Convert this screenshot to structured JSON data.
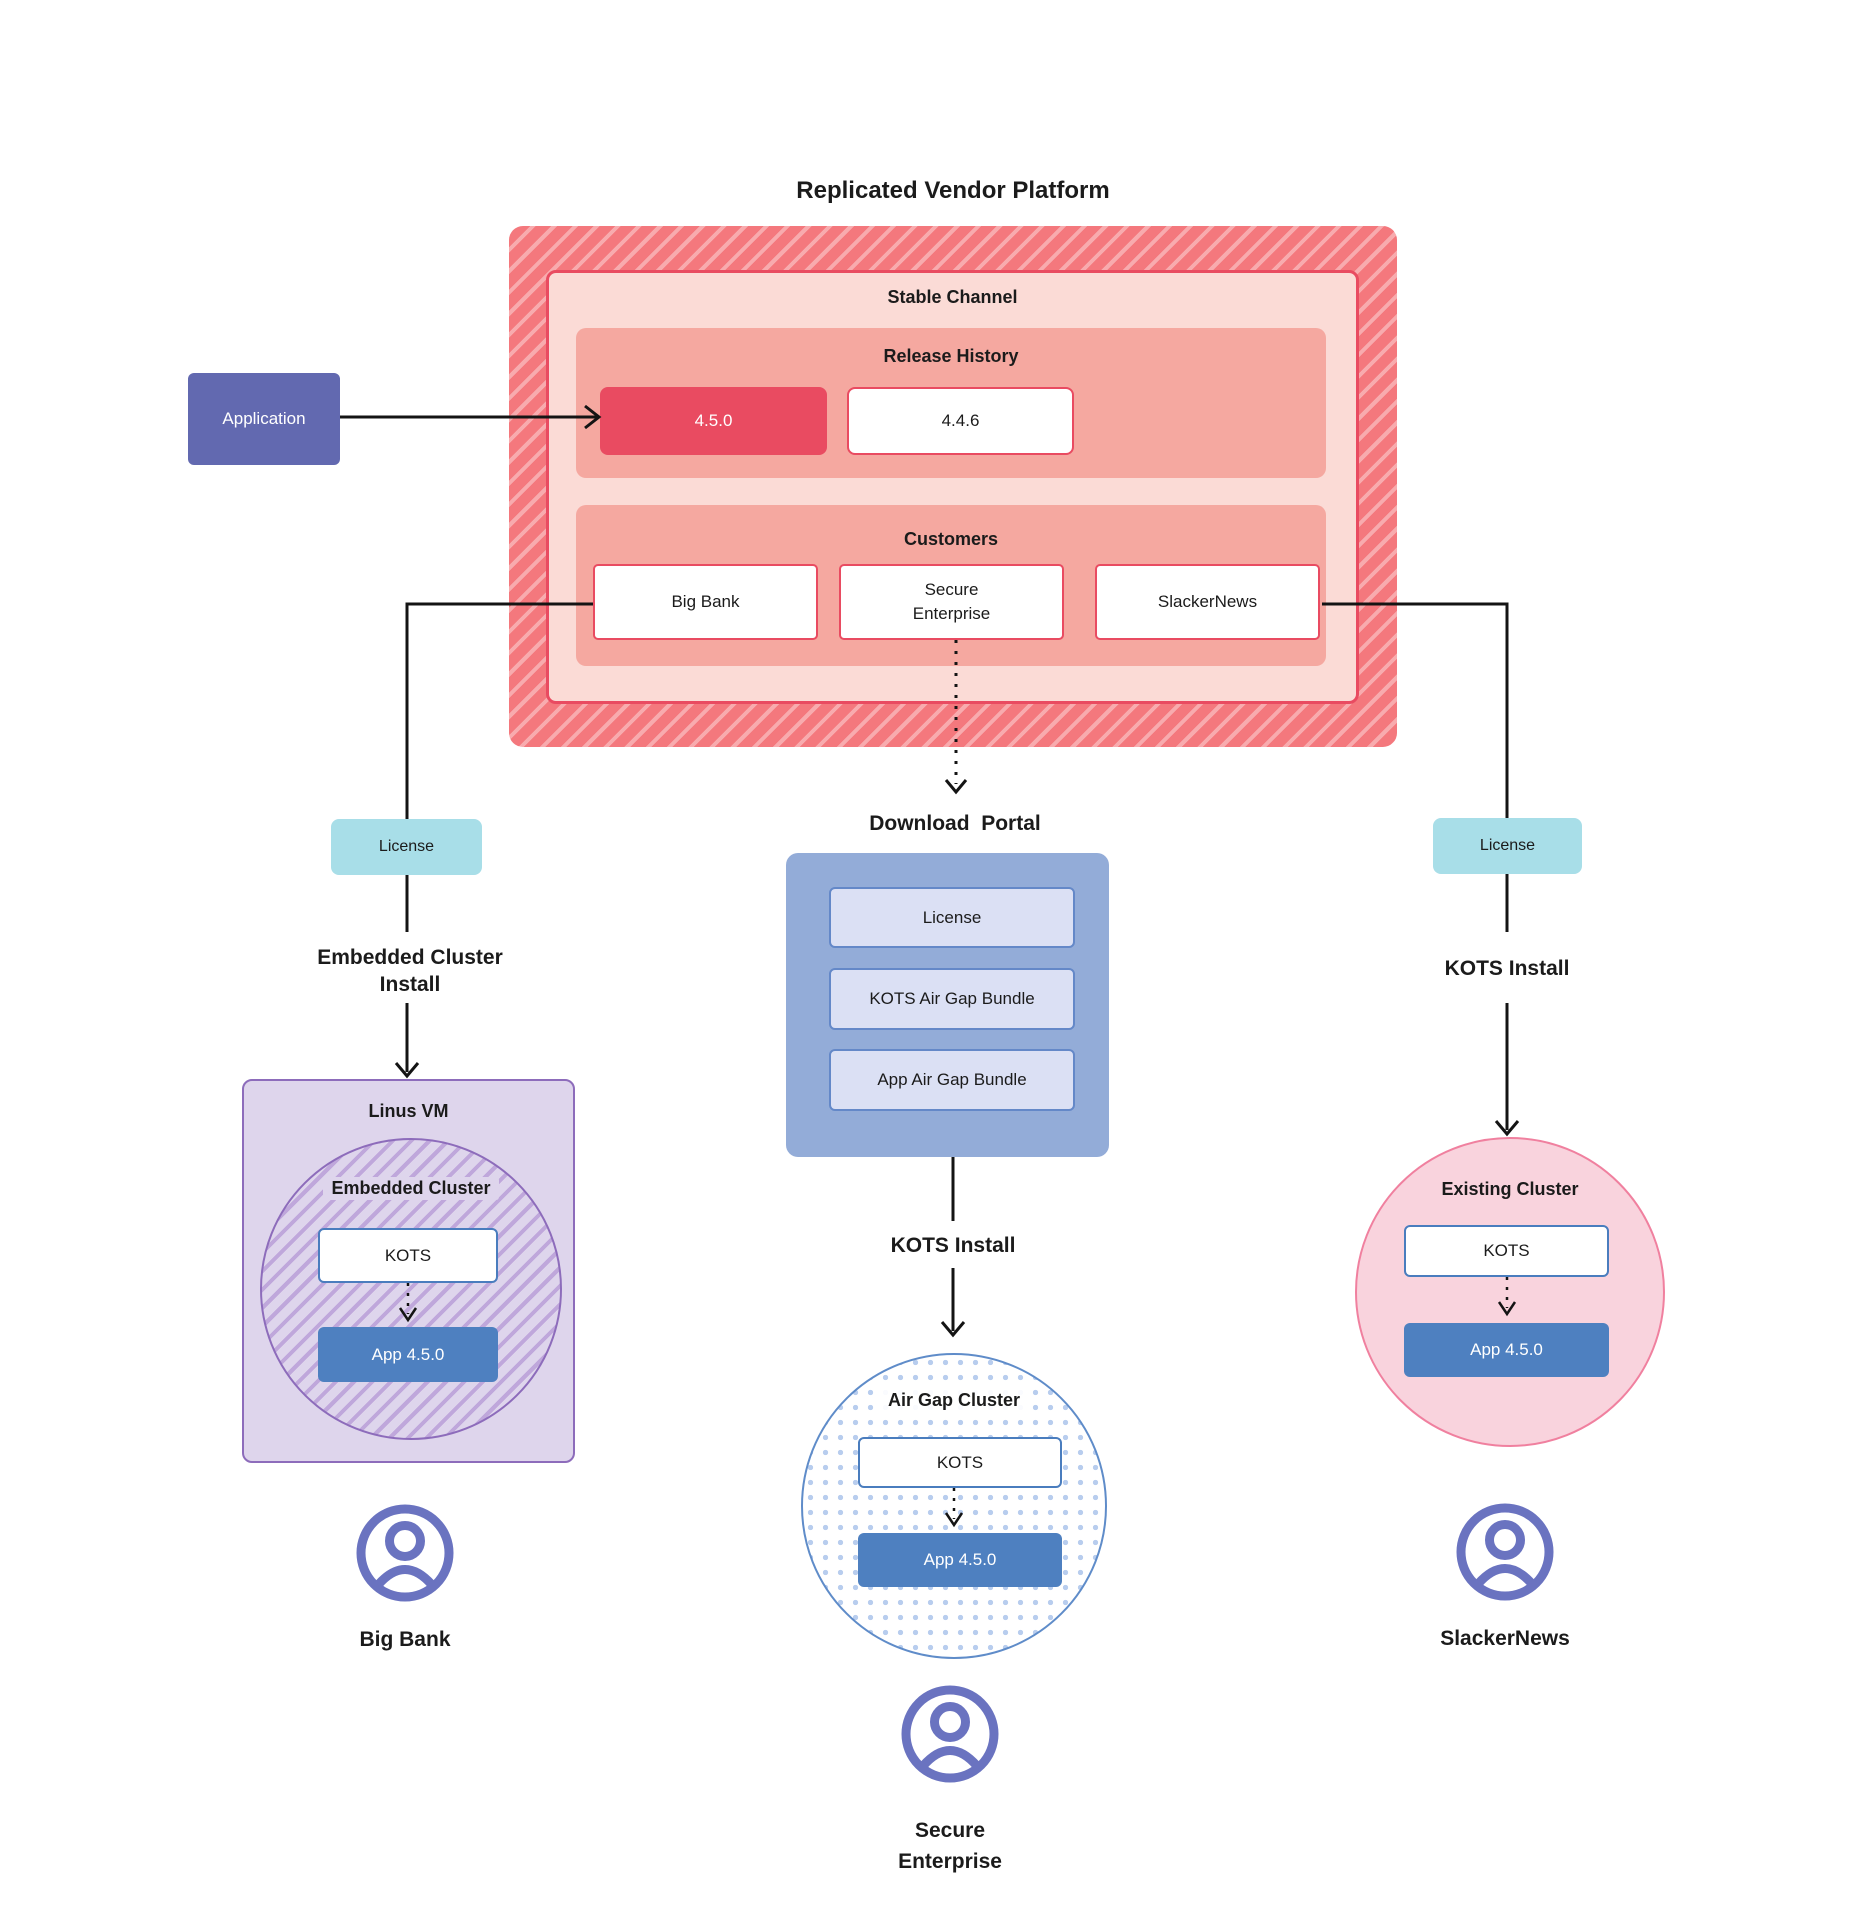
{
  "title": "Replicated Vendor Platform",
  "application": "Application",
  "platform": {
    "stable_channel": "Stable Channel",
    "release_history": "Release History",
    "release_current": "4.5.0",
    "release_previous": "4.4.6",
    "customers_label": "Customers",
    "customers": [
      "Big Bank",
      "Secure Enterprise",
      "SlackerNews"
    ]
  },
  "branches": {
    "left": {
      "license": "License",
      "install": "Embedded Cluster Install",
      "vm": "Linus VM",
      "cluster": "Embedded Cluster",
      "kots": "KOTS",
      "app": "App 4.5.0",
      "persona": "Big Bank"
    },
    "middle": {
      "portal_title": "Download  Portal",
      "portal_items": [
        "License",
        "KOTS Air Gap Bundle",
        "App Air Gap Bundle"
      ],
      "install": "KOTS Install",
      "cluster": "Air Gap Cluster",
      "kots": "KOTS",
      "app": "App 4.5.0",
      "persona": "Secure Enterprise"
    },
    "right": {
      "license": "License",
      "install": "KOTS Install",
      "cluster": "Existing Cluster",
      "kots": "KOTS",
      "app": "App 4.5.0",
      "persona": "SlackerNews"
    }
  },
  "colors": {
    "accent_red": "#E94B61",
    "stripe_red": "#F4787D",
    "salmon": "#F5A8A0",
    "light_pink_panel": "#FBDBD6",
    "application_purple": "#6269B0",
    "license_teal": "#A8DEE8",
    "portal_blue": "#93ACD8",
    "portal_item_lavender": "#DBE0F4",
    "vm_purple": "#DED5EC",
    "vm_border": "#8D6CBB",
    "kots_border": "#4A7DBE",
    "app_blue": "#4E80C0",
    "airgap_border": "#5F8CC9",
    "existing_pink": "#F9D3DD",
    "existing_border": "#F0809F",
    "persona_icon": "#6A73C0"
  }
}
